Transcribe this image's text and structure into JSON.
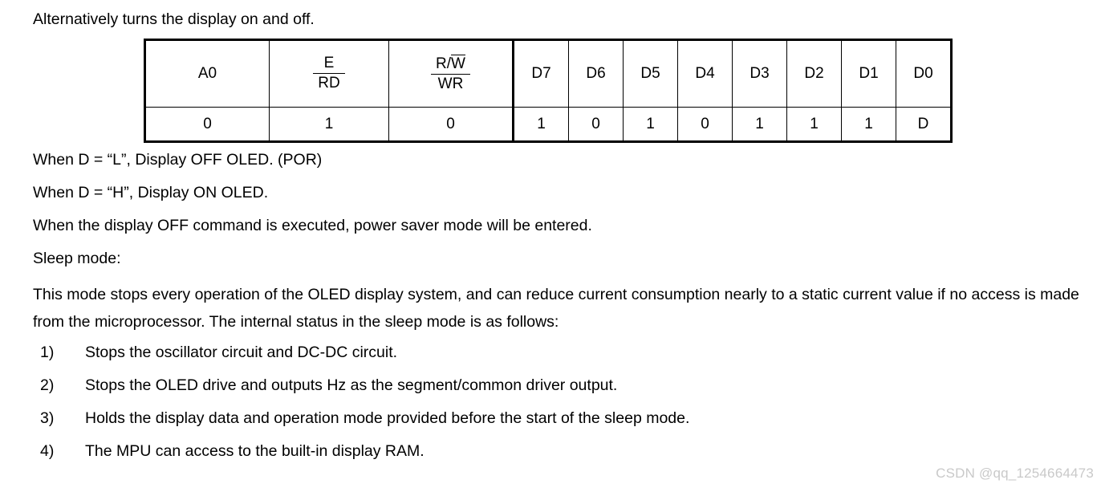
{
  "intro": {
    "text": "Alternatively turns the display on and off."
  },
  "command_table": {
    "columns": [
      {
        "id": "a0",
        "label": "A0",
        "value": "0"
      },
      {
        "id": "erd",
        "label_num": "E",
        "label_den": "RD",
        "value": "1"
      },
      {
        "id": "rw",
        "label_num": "R/W",
        "label_den": "WR",
        "value": "0"
      },
      {
        "id": "d7",
        "label": "D7",
        "value": "1"
      },
      {
        "id": "d6",
        "label": "D6",
        "value": "0"
      },
      {
        "id": "d5",
        "label": "D5",
        "value": "1"
      },
      {
        "id": "d4",
        "label": "D4",
        "value": "0"
      },
      {
        "id": "d3",
        "label": "D3",
        "value": "1"
      },
      {
        "id": "d2",
        "label": "D2",
        "value": "1"
      },
      {
        "id": "d1",
        "label": "D1",
        "value": "1"
      },
      {
        "id": "d0",
        "label": "D0",
        "value": "D"
      }
    ],
    "erd_num": "E",
    "erd_den": "RD",
    "rw_num_r": "R/",
    "rw_num_w": "W",
    "rw_den": "WR",
    "a0_label": "A0",
    "a0_value": "0",
    "erd_value": "1",
    "rw_value": "0",
    "d7_label": "D7",
    "d7_value": "1",
    "d6_label": "D6",
    "d6_value": "0",
    "d5_label": "D5",
    "d5_value": "1",
    "d4_label": "D4",
    "d4_value": "0",
    "d3_label": "D3",
    "d3_value": "1",
    "d2_label": "D2",
    "d2_value": "1",
    "d1_label": "D1",
    "d1_value": "1",
    "d0_label": "D0",
    "d0_value": "D"
  },
  "notes": {
    "line1": "When D = “L”, Display OFF OLED. (POR)",
    "line2": "When D = “H”, Display ON OLED.",
    "line3": "When the display OFF command is executed, power saver mode will be entered.",
    "line4": "Sleep mode:",
    "paragraph": "This mode stops every operation of the OLED display system, and can reduce current consumption nearly to a static current value if no access is made from the microprocessor. The internal status in the sleep mode is as follows:"
  },
  "list": {
    "items": [
      {
        "marker": "1)",
        "text": "Stops the oscillator circuit and DC-DC circuit."
      },
      {
        "marker": "2)",
        "text": "Stops the OLED drive and outputs Hz as the segment/common driver output."
      },
      {
        "marker": "3)",
        "text": "Holds the display data and operation mode provided before the start of the sleep mode."
      },
      {
        "marker": "4)",
        "text": "The MPU can access to the built-in display RAM."
      }
    ]
  },
  "watermark": {
    "text": "CSDN @qq_1254664473"
  }
}
